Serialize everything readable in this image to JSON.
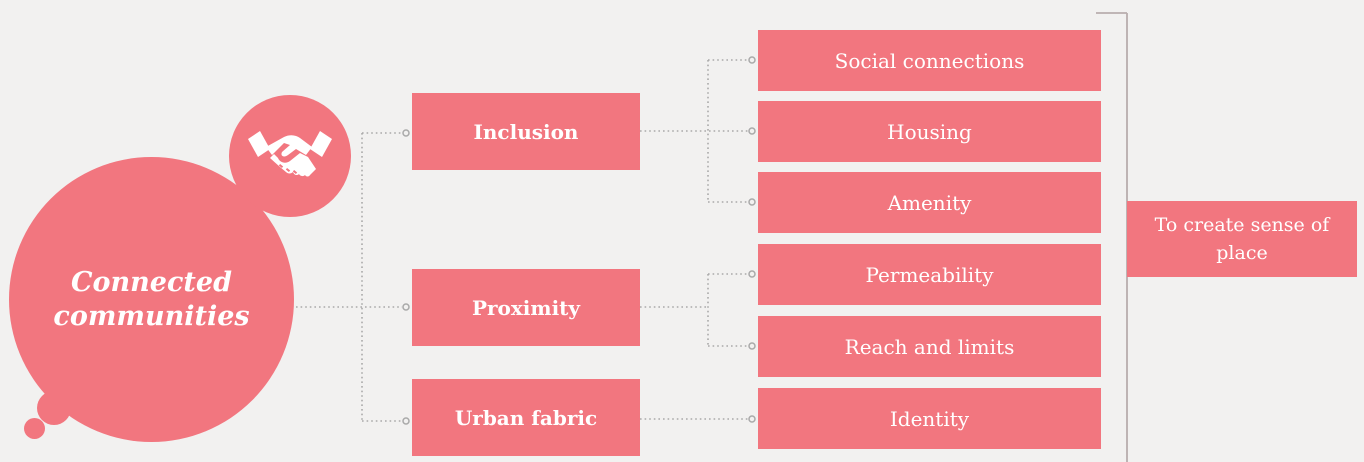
{
  "central": {
    "line1": "Connected",
    "line2": "communities",
    "icon": "handshake-icon"
  },
  "themes": [
    {
      "label": "Inclusion"
    },
    {
      "label": "Proximity"
    },
    {
      "label": "Urban fabric"
    }
  ],
  "elements": [
    {
      "label": "Social connections"
    },
    {
      "label": "Housing"
    },
    {
      "label": "Amenity"
    },
    {
      "label": "Permeability"
    },
    {
      "label": "Reach and limits"
    },
    {
      "label": "Identity"
    }
  ],
  "outcome": {
    "label": "To create sense of place"
  },
  "colors": {
    "box": "#f2767f",
    "background": "#f2f1f0",
    "connector": "#a9a9a9",
    "text": "#ffffff"
  }
}
